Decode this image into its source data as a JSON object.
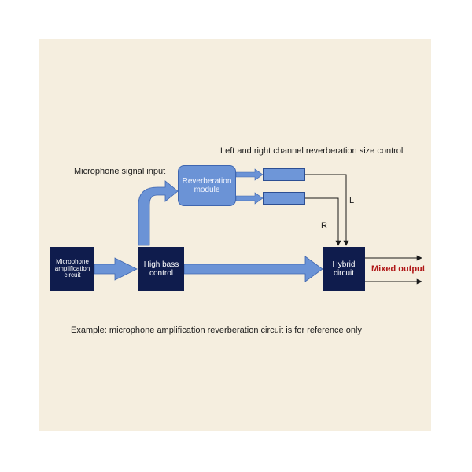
{
  "diagram": {
    "top_title": "Left and right channel reverberation size control",
    "mic_input_label": "Microphone signal input",
    "reverb_module": "Reverberation module",
    "mic_amp_box": "Microphone amplification circuit",
    "high_bass_box": "High bass control",
    "hybrid_box": "Hybrid circuit",
    "left_label": "L",
    "right_label": "R",
    "output_label": "Mixed output",
    "note": "Example: microphone amplification reverberation circuit is for reference only"
  },
  "colors": {
    "background": "#f5eedf",
    "navy_box": "#0f1c4d",
    "blue_arrow": "#6b93d6",
    "output_text": "#b01717"
  }
}
